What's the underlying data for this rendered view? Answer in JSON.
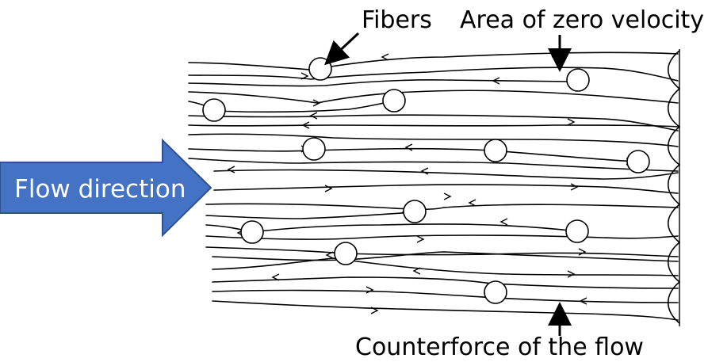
{
  "labels": {
    "fibers": "Fibers",
    "zero_velocity": "Area of zero velocity",
    "counterforce": "Counterforce of the flow",
    "flow_direction": "Flow direction"
  },
  "colors": {
    "flow_arrow_fill": "#4472C4",
    "flow_arrow_stroke": "#2F528F",
    "text_on_arrow": "#ffffff",
    "lines": "#000000"
  },
  "icons": {
    "flow_arrow": "block-arrow-right",
    "pointer_arrows": "thick-arrow"
  }
}
